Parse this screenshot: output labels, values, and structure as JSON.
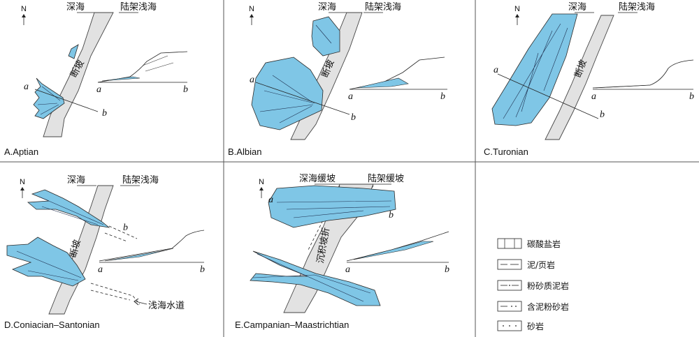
{
  "panels": {
    "A": {
      "label": "A.Aptian",
      "deep": "深海",
      "shelf": "陆架浅海",
      "fault": "断坡",
      "a": "a",
      "b": "b",
      "N": "N"
    },
    "B": {
      "label": "B.Albian",
      "deep": "深海",
      "shelf": "陆架浅海",
      "fault": "断坡",
      "a": "a",
      "b": "b",
      "N": "N"
    },
    "C": {
      "label": "C.Turonian",
      "deep": "深海",
      "shelf": "陆架浅海",
      "fault": "断坡",
      "a": "a",
      "b": "b",
      "N": "N"
    },
    "D": {
      "label": "D.Coniacian–Santonian",
      "deep": "深海",
      "shelf": "陆架浅海",
      "fault": "断坡",
      "a": "a",
      "b": "b",
      "N": "N",
      "channel": "浅海水道"
    },
    "E": {
      "label": "E.Campanian–Maastrichtian",
      "deep": "深海缓坡",
      "shelf": "陆架缓坡",
      "fault": "沉积坡折",
      "a": "a",
      "b": "b",
      "N": "N"
    }
  },
  "legend": {
    "items": [
      {
        "label": "碳酸盐岩",
        "pattern": "carbonate"
      },
      {
        "label": "泥/页岩",
        "pattern": "mudstone"
      },
      {
        "label": "粉砂质泥岩",
        "pattern": "silty-mudstone"
      },
      {
        "label": "含泥粉砂岩",
        "pattern": "muddy-siltstone"
      },
      {
        "label": "砂岩",
        "pattern": "sandstone"
      }
    ]
  },
  "colors": {
    "fan": "#7fc6e6",
    "slope": "#e2e2e2",
    "line": "#222222"
  }
}
